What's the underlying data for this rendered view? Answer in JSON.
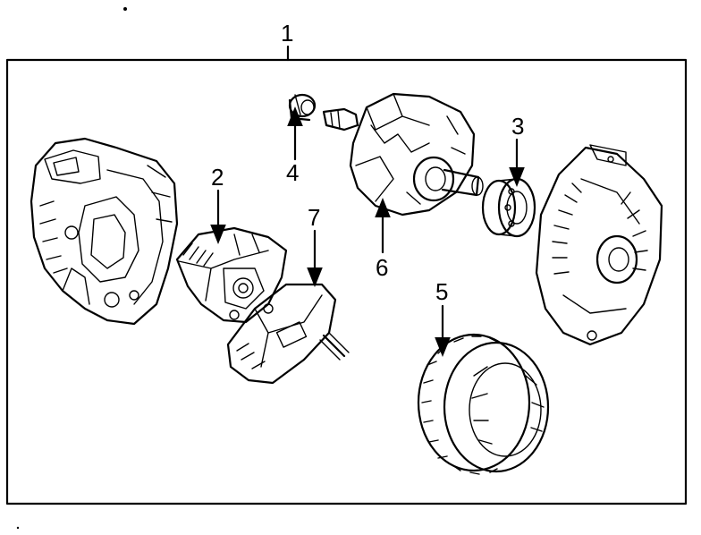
{
  "callouts": {
    "c1": "1",
    "c2": "2",
    "c3": "3",
    "c4": "4",
    "c5": "5",
    "c6": "6",
    "c7": "7"
  },
  "colors": {
    "ink": "#000000",
    "paper": "#ffffff"
  },
  "icons": {
    "rear-housing": "rear-housing-icon",
    "regulator": "regulator-icon",
    "brush-holder": "brush-holder-icon",
    "bushing": "bushing-icon",
    "rotor": "rotor-icon",
    "bearing": "bearing-icon",
    "front-housing": "front-housing-icon",
    "stator": "stator-icon"
  }
}
